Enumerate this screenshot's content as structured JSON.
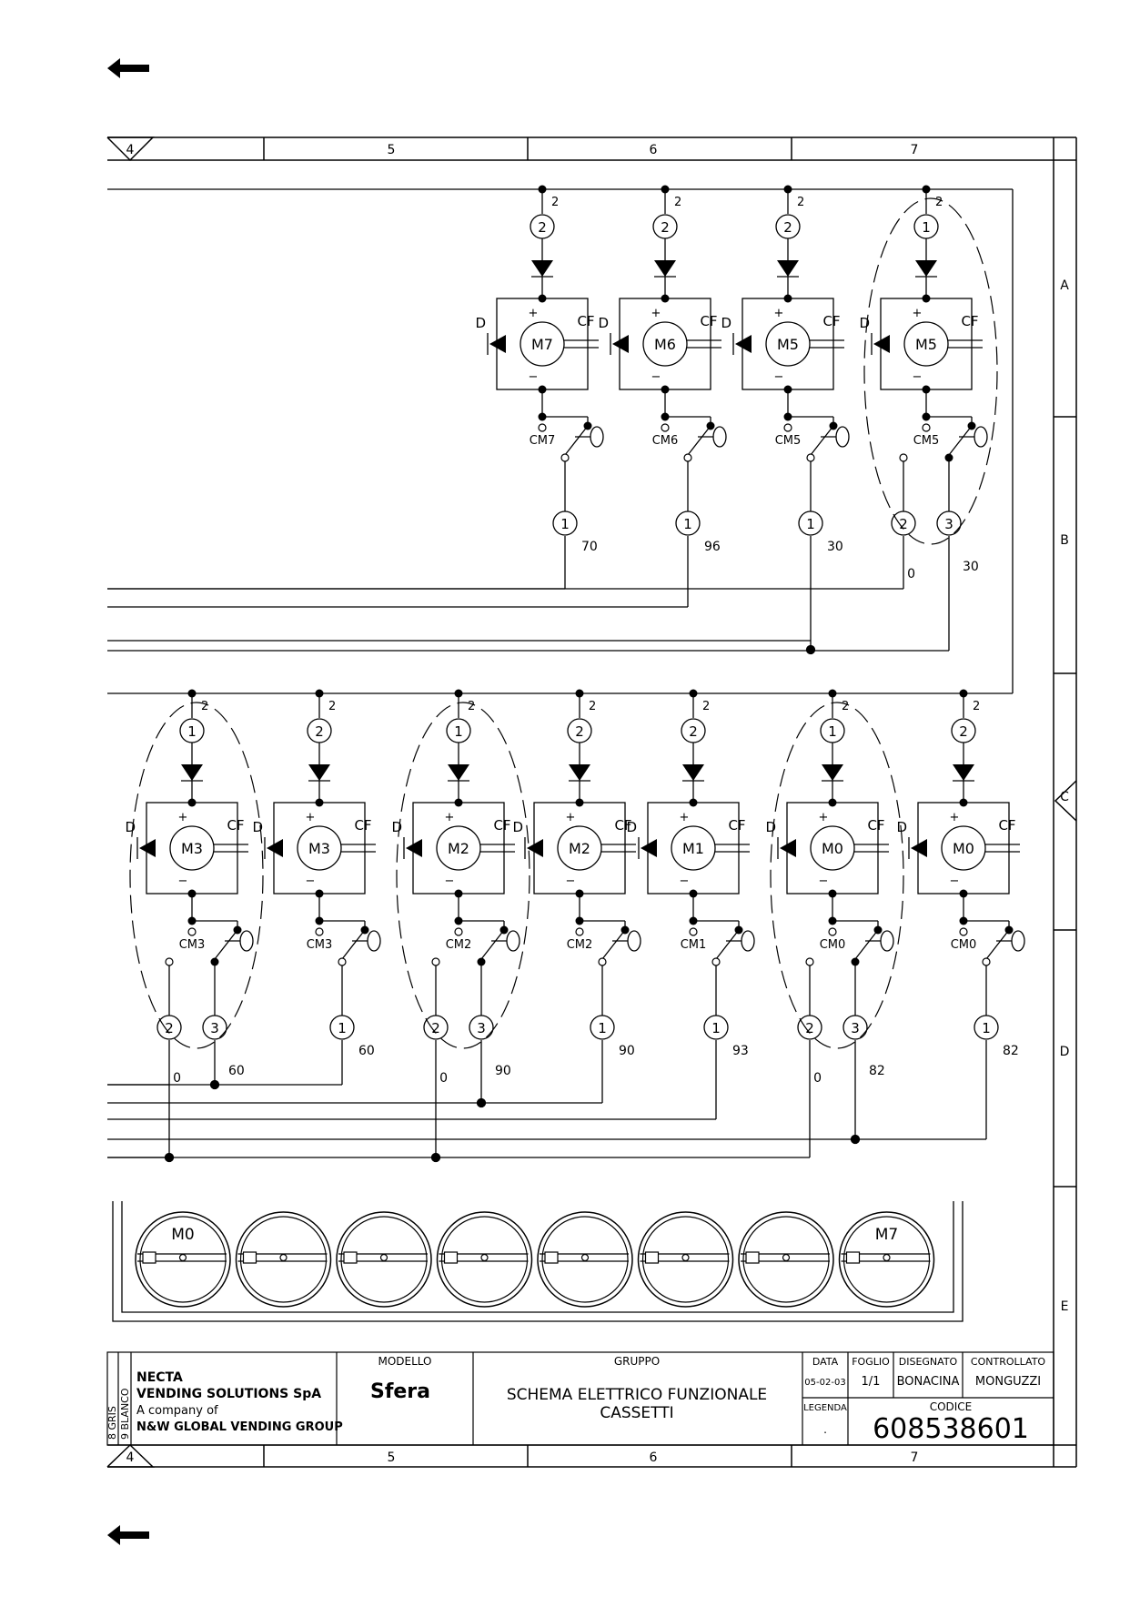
{
  "frame": {
    "columns": [
      "4",
      "5",
      "6",
      "7"
    ],
    "rows": [
      "A",
      "B",
      "C",
      "D",
      "E"
    ]
  },
  "wire_label_common": "2",
  "top_units": [
    {
      "motor": "M7",
      "switch": "CM7",
      "top": "2",
      "pins": [
        "1"
      ],
      "codes": [
        "70"
      ],
      "oval": false
    },
    {
      "motor": "M6",
      "switch": "CM6",
      "top": "2",
      "pins": [
        "1"
      ],
      "codes": [
        "96"
      ],
      "oval": false
    },
    {
      "motor": "M5",
      "switch": "CM5",
      "top": "2",
      "pins": [
        "1"
      ],
      "codes": [
        "30"
      ],
      "oval": false
    },
    {
      "motor": "M5",
      "switch": "CM5",
      "top": "1",
      "pins": [
        "2",
        "3"
      ],
      "codes": [
        "0",
        "30"
      ],
      "oval": true
    }
  ],
  "bottom_units": [
    {
      "motor": "M3",
      "switch": "CM3",
      "top": "1",
      "pins": [
        "2",
        "3"
      ],
      "codes": [
        "0",
        "60"
      ],
      "oval": true
    },
    {
      "motor": "M3",
      "switch": "CM3",
      "top": "2",
      "pins": [
        "1"
      ],
      "codes": [
        "60"
      ],
      "oval": false
    },
    {
      "motor": "M2",
      "switch": "CM2",
      "top": "1",
      "pins": [
        "2",
        "3"
      ],
      "codes": [
        "0",
        "90"
      ],
      "oval": true
    },
    {
      "motor": "M2",
      "switch": "CM2",
      "top": "2",
      "pins": [
        "1"
      ],
      "codes": [
        "90"
      ],
      "oval": false
    },
    {
      "motor": "M1",
      "switch": "CM1",
      "top": "2",
      "pins": [
        "1"
      ],
      "codes": [
        "93"
      ],
      "oval": false
    },
    {
      "motor": "M0",
      "switch": "CM0",
      "top": "1",
      "pins": [
        "2",
        "3"
      ],
      "codes": [
        "0",
        "82"
      ],
      "oval": true
    },
    {
      "motor": "M0",
      "switch": "CM0",
      "top": "2",
      "pins": [
        "1"
      ],
      "codes": [
        "82"
      ],
      "oval": false
    }
  ],
  "component_labels": {
    "diode": "D",
    "capacitor": "CF",
    "plus": "+",
    "minus": "−"
  },
  "cassettes": {
    "first_label": "M0",
    "last_label": "M7",
    "count": 8
  },
  "title_block": {
    "side_note_1": "8 GRIS",
    "side_note_2": "9 BLANCO",
    "company_line1": "NECTA",
    "company_line2": "VENDING SOLUTIONS SpA",
    "company_line3": "A company of",
    "company_line4": "N&W GLOBAL VENDING GROUP",
    "modello_label": "MODELLO",
    "modello_value": "Sfera",
    "gruppo_label": "GRUPPO",
    "gruppo_value_1": "SCHEMA ELETTRICO FUNZIONALE",
    "gruppo_value_2": "CASSETTI",
    "data_label": "DATA",
    "data_value": "05-02-03",
    "foglio_label": "FOGLIO",
    "foglio_value": "1/1",
    "disegnato_label": "DISEGNATO",
    "disegnato_value": "BONACINA",
    "controllato_label": "CONTROLLATO",
    "controllato_value": "MONGUZZI",
    "legenda_label": "LEGENDA",
    "legenda_value": ".",
    "codice_label": "CODICE",
    "codice_value": "608538601"
  }
}
